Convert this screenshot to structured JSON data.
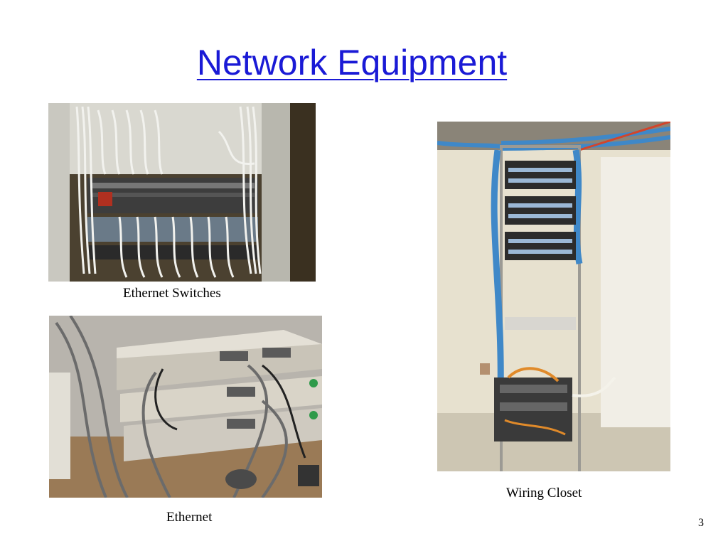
{
  "slide": {
    "title": "Network Equipment",
    "title_color": "#1a1ad6",
    "page_number": "3"
  },
  "photos": [
    {
      "id": "photo-switches",
      "depicts": "rack of ethernet switches with white patch cables",
      "caption": "Ethernet Switches"
    },
    {
      "id": "photo-ethernet",
      "depicts": "stacked beige ethernet devices with grey coaxial cables",
      "caption": "Ethernet"
    },
    {
      "id": "photo-closet",
      "depicts": "wiring closet rack with blue cables and patch panels",
      "caption": "Wiring Closet"
    }
  ]
}
